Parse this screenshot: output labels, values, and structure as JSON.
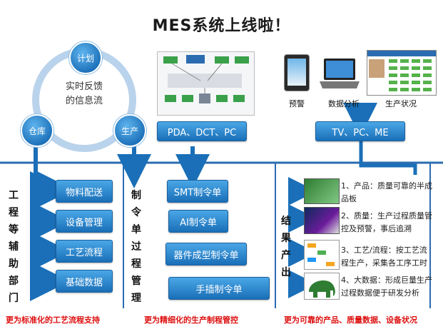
{
  "title": "MES系统上线啦！",
  "cycle": {
    "center": "实时反馈的信息流",
    "nodes": {
      "plan": "计划",
      "warehouse": "仓库",
      "production": "生产"
    }
  },
  "top_bars": {
    "devices": "PDA、DCT、PC",
    "outputs": "TV、PC、ME"
  },
  "icons": {
    "warning": "预警",
    "analysis": "数据分析",
    "status": "生产状况"
  },
  "columns": {
    "left": {
      "heading": "工程等辅助部门",
      "items": [
        "物料配送",
        "设备管理",
        "工艺流程",
        "基础数据"
      ],
      "footer": "更为标准化的工艺流程支持"
    },
    "middle": {
      "heading": "制令单过程管理",
      "items": [
        "SMT制令单",
        "AI制令单",
        "器件成型制令单",
        "手插制令单"
      ],
      "footer": "更为精细化的生产制程管控"
    },
    "right": {
      "heading": "结果产出",
      "items": [
        "1、产品：质量可靠的半成品板",
        "2、质量：生产过程质量管控及预警，事后追溯",
        "3、工艺/流程：按工艺流程生产，采集各工序工时",
        "4、大数据：形成巨量生产过程数据便于研发分析"
      ],
      "footer": "更为可靠的产品、质量数据、设备状况"
    }
  },
  "colors": {
    "blue": "#1a6fb8",
    "footer_red": "#dd1111",
    "divider": "#2b6cb0"
  }
}
